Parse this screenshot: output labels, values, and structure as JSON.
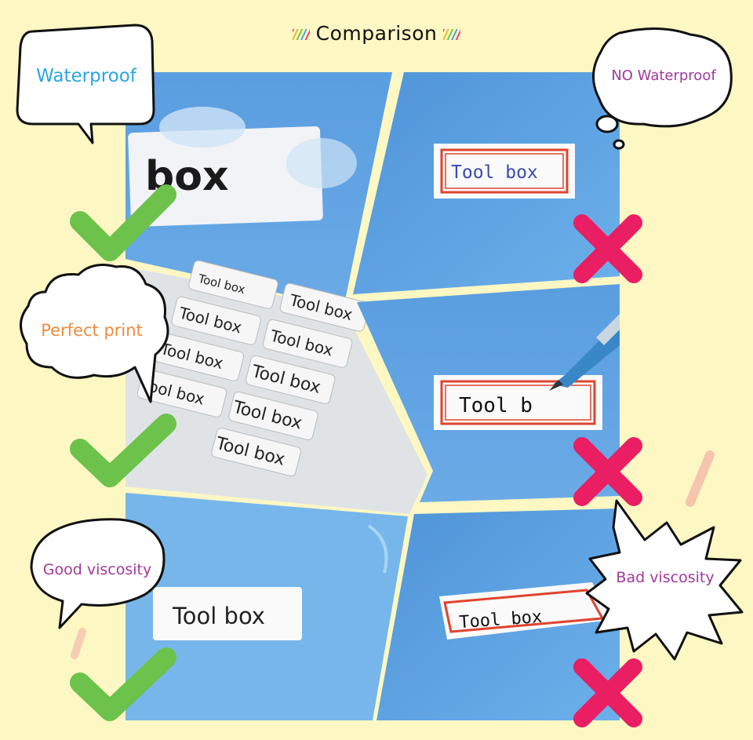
{
  "title": "Comparison",
  "colors": {
    "background": "#fdf7c3",
    "panel_blue": "#5ea1de",
    "check_green": "#6cc24a",
    "cross_pink": "#e91e63",
    "waterproof_text": "#2aa6e0",
    "perfect_print_text": "#f08a3c",
    "purple_text": "#a2399b"
  },
  "bubbles": {
    "waterproof": "Waterproof",
    "no_waterproof": "NO Waterproof",
    "perfect_print": "Perfect print",
    "good_viscosity": "Good viscosity",
    "bad_viscosity": "Bad viscosity"
  },
  "photos": {
    "waterproof_label": "box",
    "tool_box": "Tool box",
    "tool_b": "Tool b"
  },
  "icons": [
    "check-icon",
    "cross-icon"
  ]
}
